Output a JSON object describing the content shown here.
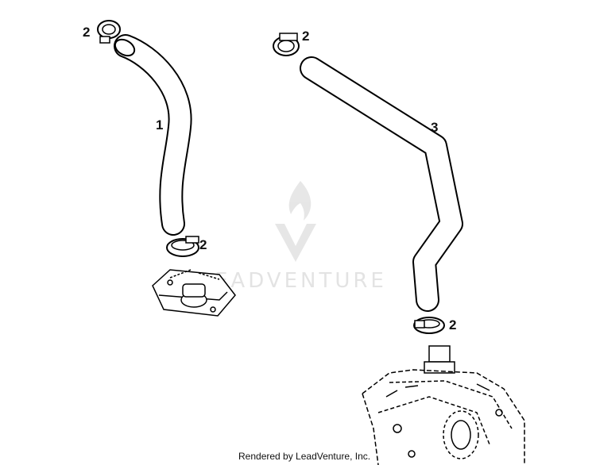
{
  "callouts": {
    "clamp_top_left": "2",
    "hose_left": "1",
    "clamp_top_right": "2",
    "hose_right": "3",
    "clamp_mid_left": "2",
    "clamp_bottom_right": "2"
  },
  "watermark": "EADVENTURE",
  "footer": "Rendered by LeadVenture, Inc."
}
